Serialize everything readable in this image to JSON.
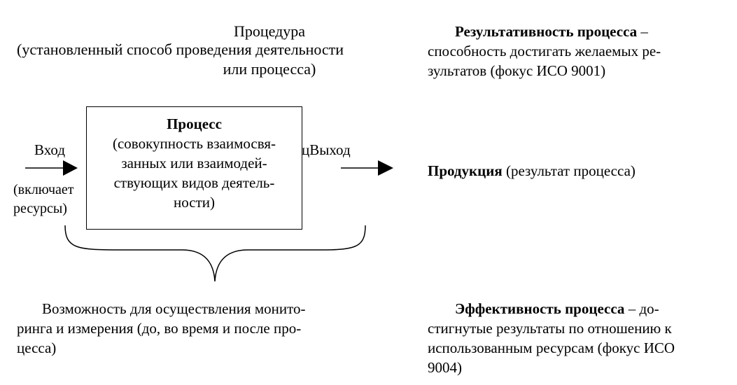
{
  "procedure": {
    "line1": "Процедура",
    "line2": "(установленный способ проведения деятельности",
    "line3": "или процесса)"
  },
  "effectiveness_result": {
    "term": "Результативность процесса",
    "dash": " –",
    "line2": "способность достигать желаемых ре-",
    "line3": "зультатов (фокус ИСО 9001)"
  },
  "process_box": {
    "title": "Процесс",
    "line2": "(совокупность взаимосвя-",
    "line3": "занных  или взаимодей-",
    "line4": "ствующих видов деятель-",
    "line5": "ности)"
  },
  "input": {
    "label": "Вход",
    "note_line1": "(включает",
    "note_line2": "ресурсы)"
  },
  "output": {
    "label": "цВыход"
  },
  "product": {
    "term": "Продукция",
    "rest": " (результат процесса)"
  },
  "monitoring": {
    "line1": "Возможность для осуществления монито-",
    "line2": "ринга и измерения (до, во время и после про-",
    "line3": "цесса)"
  },
  "efficiency": {
    "term": "Эффективность процесса",
    "dash": " – до-",
    "line2": "стигнутые результаты по отношению к",
    "line3": "использованным ресурсам (фокус ИСО",
    "line4": "9004)"
  }
}
